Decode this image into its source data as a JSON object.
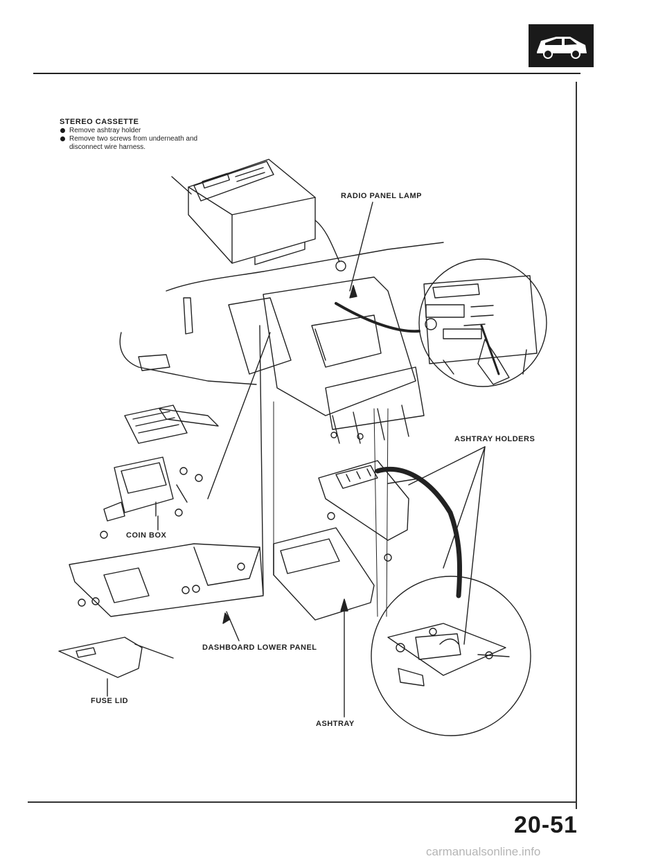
{
  "header": {
    "badge_icon": "car-body-icon"
  },
  "note": {
    "title": "STEREO CASSETTE",
    "steps": [
      "Remove ashtray holder",
      "Remove two screws from underneath and disconnect wire harness."
    ]
  },
  "labels": {
    "radio_panel_lamp": "RADIO PANEL LAMP",
    "ashtray_holders": "ASHTRAY HOLDERS",
    "coin_box": "COIN BOX",
    "dashboard_lower_panel": "DASHBOARD LOWER PANEL",
    "fuse_lid": "FUSE LID",
    "ashtray": "ASHTRAY"
  },
  "footer": {
    "page_number": "20-51",
    "watermark": "carmanualsonline.info"
  }
}
